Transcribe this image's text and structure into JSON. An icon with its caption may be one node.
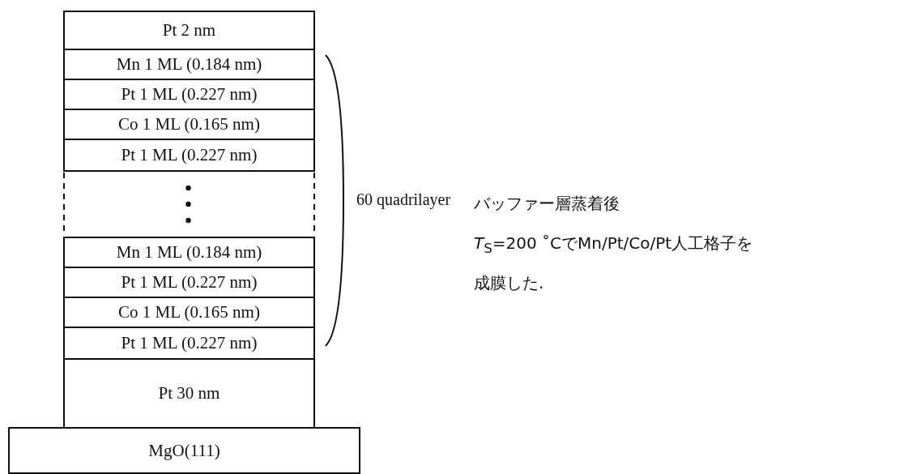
{
  "diagram": {
    "nodes": [
      {
        "text": [
          "Pt 2 nm"
        ]
      },
      {
        "text": [
          "Mn 1 ML (0.184 nm)"
        ]
      },
      {
        "text": [
          "Pt 1 ML (0.227 nm)"
        ]
      },
      {
        "text": [
          "Co 1 ML (0.165 nm)"
        ]
      },
      {
        "text": [
          "Pt 1 ML (0.227 nm)"
        ]
      },
      {
        "text": [],
        "shape": "box"
      },
      {
        "text": [
          "Mn 1 ML (0.184 nm)"
        ]
      },
      {
        "text": [
          "Pt 1 ML (0.227 nm)"
        ]
      },
      {
        "text": [
          "Co 1 ML (0.165 nm)"
        ]
      },
      {
        "text": [
          "Pt 1 ML (0.227 nm)"
        ]
      },
      {
        "text": [
          "Pt 30 nm"
        ]
      },
      {
        "text": [
          "MgO(111)"
        ]
      }
    ],
    "labels": [
      "60 quadrilayer",
      "バッファー層蒸着後",
      "*T*$_{S}$=200 ˚CでMn/Pt/Co/Pt人工格子を",
      "成膜した."
    ]
  }
}
